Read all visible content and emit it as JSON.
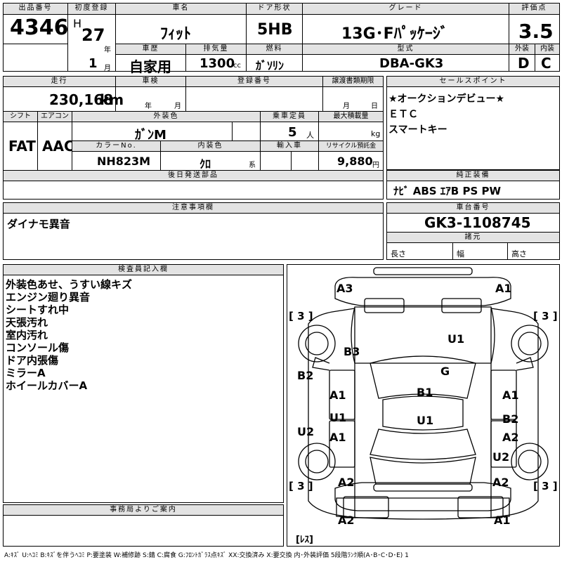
{
  "top": {
    "lot_header": "出品番号",
    "lot": "4346",
    "first_reg_header": "初度登録",
    "era": "H",
    "year": "27",
    "year_unit": "年",
    "month": "1",
    "month_unit": "月",
    "car_name_header": "車名",
    "car_name": "ﾌｨｯﾄ",
    "door_header": "ドア形状",
    "door": "5HB",
    "grade_header": "グレード",
    "grade": "13G･Fﾊﾟｯｹｰｼﾞ",
    "score_header": "評価点",
    "score": "3.5",
    "history_header": "車歴",
    "history": "自家用",
    "displacement_header": "排気量",
    "displacement": "1300",
    "displacement_unit": "cc",
    "fuel_header": "燃料",
    "fuel": "ｶﾞｿﾘﾝ",
    "model_header": "型式",
    "model": "DBA-GK3",
    "exterior_header": "外装",
    "exterior": "D",
    "interior_header": "内装",
    "interior": "C"
  },
  "mid": {
    "mileage_header": "走行",
    "mileage": "230,168",
    "mileage_unit": "km",
    "inspection_header": "車検",
    "insp_year_unit": "年",
    "insp_month_unit": "月",
    "plate_header": "登録番号",
    "doc_deadline_header": "譲渡書類期限",
    "doc_month_unit": "月",
    "doc_day_unit": "日",
    "shift_header": "シフト",
    "shift": "FAT",
    "ac_header": "エアコン",
    "ac": "AAC",
    "ext_color_header": "外装色",
    "ext_color": "ｶﾞﾝM",
    "capacity_header": "乗車定員",
    "capacity": "5",
    "capacity_unit": "人",
    "max_load_header": "最大積載量",
    "max_load_unit": "kg",
    "color_no_header": "カラーNo.",
    "color_no": "NH823M",
    "int_color_header": "内装色",
    "int_color": "ｸﾛ",
    "int_color_unit": "系",
    "import_header": "輸入車",
    "recycle_header": "リサイクル預託金",
    "recycle": "9,880",
    "recycle_unit": "円",
    "later_parts_header": "後日発送部品"
  },
  "sales": {
    "header": "セールスポイント",
    "lines": [
      "★オークションデビュー★",
      "ＥＴＣ",
      "スマートキー"
    ]
  },
  "equipment": {
    "header": "純正装備",
    "value": "ﾅﾋﾞ ABS ｴｱB PS PW"
  },
  "notes": {
    "header": "注意事項欄",
    "value": "ダイナモ異音"
  },
  "chassis": {
    "header": "車台番号",
    "value": "GK3-1108745",
    "dims_header": "諸元",
    "length": "長さ",
    "width": "幅",
    "height": "高さ"
  },
  "inspector": {
    "header": "検査員記入欄",
    "lines": [
      "外装色あせ、うすい線キズ",
      "エンジン廻り異音",
      "シートすれ中",
      "天張汚れ",
      "室内汚れ",
      "コンソール傷",
      "ドア内張傷",
      "ミラーA",
      "ホイールカバーA"
    ]
  },
  "office": {
    "header": "事務局よりご案内"
  },
  "diagram": {
    "marks": {
      "a3_front": "A3",
      "a1_front": "A1",
      "tire_fl": "[ 3 ]",
      "tire_fr": "[ 3 ]",
      "tire_rl": "[ 3 ]",
      "tire_rr": "[ 3 ]",
      "u1_hood": "U1",
      "b3_left": "B3",
      "g_glass": "G",
      "b2_left": "B2",
      "b1_roof": "B1",
      "a1_lf_door": "A1",
      "a1_rf_door": "A1",
      "u1_lr_door": "U1",
      "u1_center": "U1",
      "b2_rr_door": "B2",
      "a1_lr_door": "A1",
      "a2_rr_door": "A2",
      "u2_left": "U2",
      "u2_right": "U2",
      "a2_rear_l": "A2",
      "a2_rear_r": "A2",
      "a2_bumper": "A2",
      "a1_bumper": "A1",
      "ress": "[ﾚｽ]"
    }
  },
  "legend": "A:ｷｽﾞ U:ﾍｺﾐ B:ｷｽﾞを伴うﾍｺﾐ P:要塗装 W:補修跡 S:錆 C:腐食 G:ﾌﾛﾝﾄｶﾞﾗｽ点ｷｽﾞ XX:交換済み X:要交換 内･外装評価 5段階ﾗﾝｸ順(A･B･C･D･E) 1"
}
